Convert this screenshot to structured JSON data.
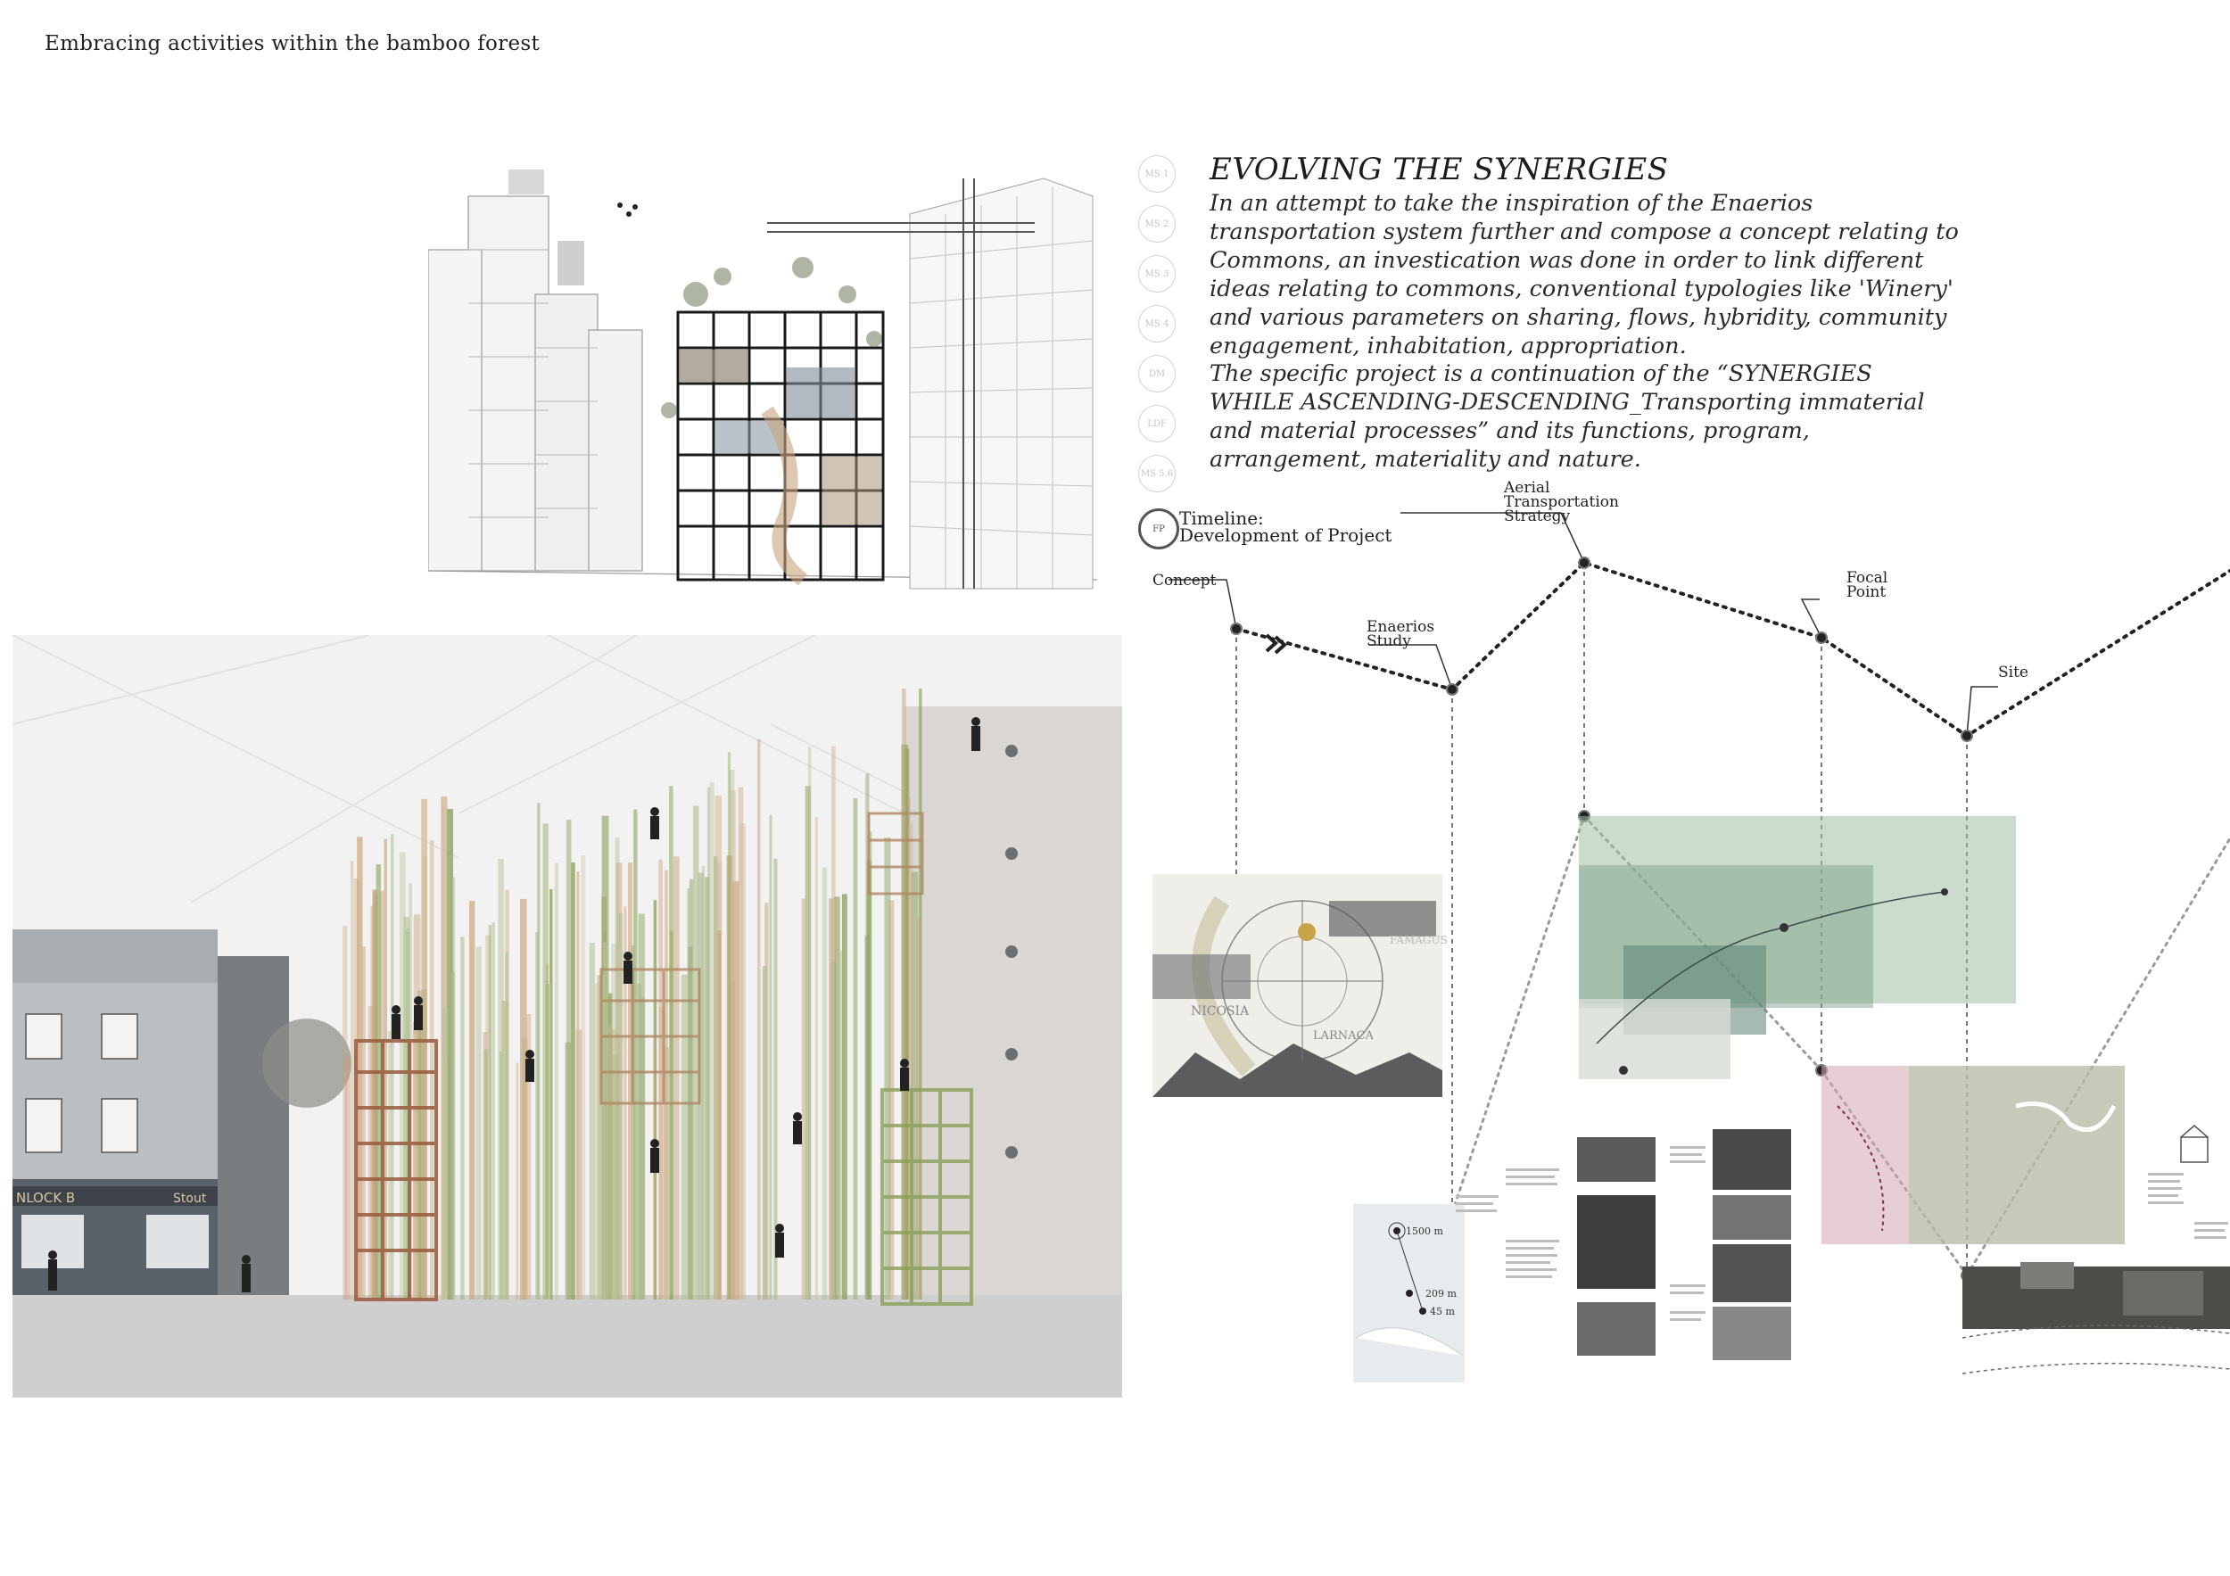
{
  "page": {
    "title": "Embracing activities within the bamboo forest"
  },
  "text_block": {
    "heading": "EVOLVING THE SYNERGIES",
    "paragraph_1": "In an attempt to take the inspiration of the Enaerios transportation system further and compose a concept relating to Commons, an investication was done in order to link different ideas relating to commons, conventional typologies like 'Winery' and various parameters on sharing, flows, hybridity, community engagement, inhabitation, appropriation.",
    "paragraph_2": "The specific project is a continuation of the “SYNERGIES WHILE ASCENDING-DESCENDING_Transporting immaterial and material processes” and its functions, program, arrangement, materiality and nature."
  },
  "stages": [
    "MS 1",
    "MS 2",
    "MS 3",
    "MS 4",
    "DM",
    "LDF",
    "MS 5.6"
  ],
  "timeline": {
    "badge": "FP",
    "label_line1": "Timeline:",
    "label_line2": "Development of Project",
    "nodes": [
      {
        "name": "concept",
        "lines": [
          "Concept"
        ]
      },
      {
        "name": "enaerios-study",
        "lines": [
          "Enaerios",
          "Study"
        ]
      },
      {
        "name": "aerial-transportation-strategy",
        "lines": [
          "Aerial",
          "Transportation",
          "Strategy"
        ]
      },
      {
        "name": "focal-point",
        "lines": [
          "Focal",
          "Point"
        ]
      },
      {
        "name": "site",
        "lines": [
          "Site"
        ]
      }
    ]
  },
  "map_labels": {
    "nicosia": "NICOSIA",
    "larnaca": "LARNACA",
    "famagusta": "FAMAGUS",
    "height_1": "1500 m",
    "height_2": "209 m",
    "height_3": "45 m"
  },
  "render": {
    "shop_sign": "NLOCK B",
    "shop_sign_2": "Stout"
  },
  "colors": {
    "bamboo_green": "#8aa05a",
    "bamboo_tan": "#c9a27a",
    "timber_red": "#9a5a3e",
    "wall_grey": "#d9d6d3",
    "map_green": "#9fc0a6",
    "map_pink": "#d4a6b3"
  }
}
